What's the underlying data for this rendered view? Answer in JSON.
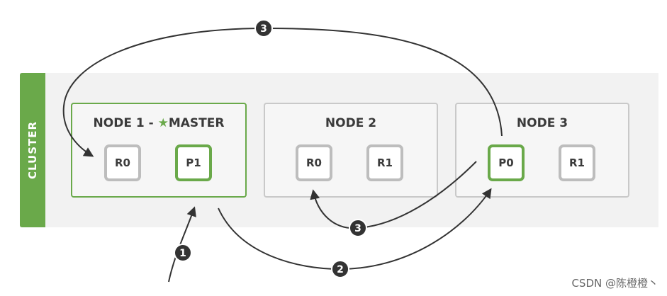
{
  "cluster": {
    "label": "CLUSTER"
  },
  "nodes": [
    {
      "id": "node1",
      "title": "NODE 1 - ",
      "master_icon": "star-icon",
      "master_label": "MASTER",
      "is_master": true,
      "shards": [
        {
          "label": "R0",
          "role": "replica"
        },
        {
          "label": "P1",
          "role": "primary"
        }
      ]
    },
    {
      "id": "node2",
      "title": "NODE 2",
      "is_master": false,
      "shards": [
        {
          "label": "R0",
          "role": "replica"
        },
        {
          "label": "R1",
          "role": "replica"
        }
      ]
    },
    {
      "id": "node3",
      "title": "NODE 3",
      "is_master": false,
      "shards": [
        {
          "label": "P0",
          "role": "primary"
        },
        {
          "label": "R1",
          "role": "replica"
        }
      ]
    }
  ],
  "steps": [
    {
      "number": "1",
      "from": "client",
      "to": "node1"
    },
    {
      "number": "2",
      "from": "node1",
      "to": "node3-P0"
    },
    {
      "number": "3",
      "from": "node3-P0",
      "to": "node1-R0"
    },
    {
      "number": "3",
      "from": "node3-P0",
      "to": "node2-R0"
    }
  ],
  "colors": {
    "accent": "#6aa94a",
    "border": "#c9c9c9",
    "shard_border": "#bdbdbd",
    "arrow": "#333333"
  },
  "watermark": "CSDN @陈橙橙丶"
}
